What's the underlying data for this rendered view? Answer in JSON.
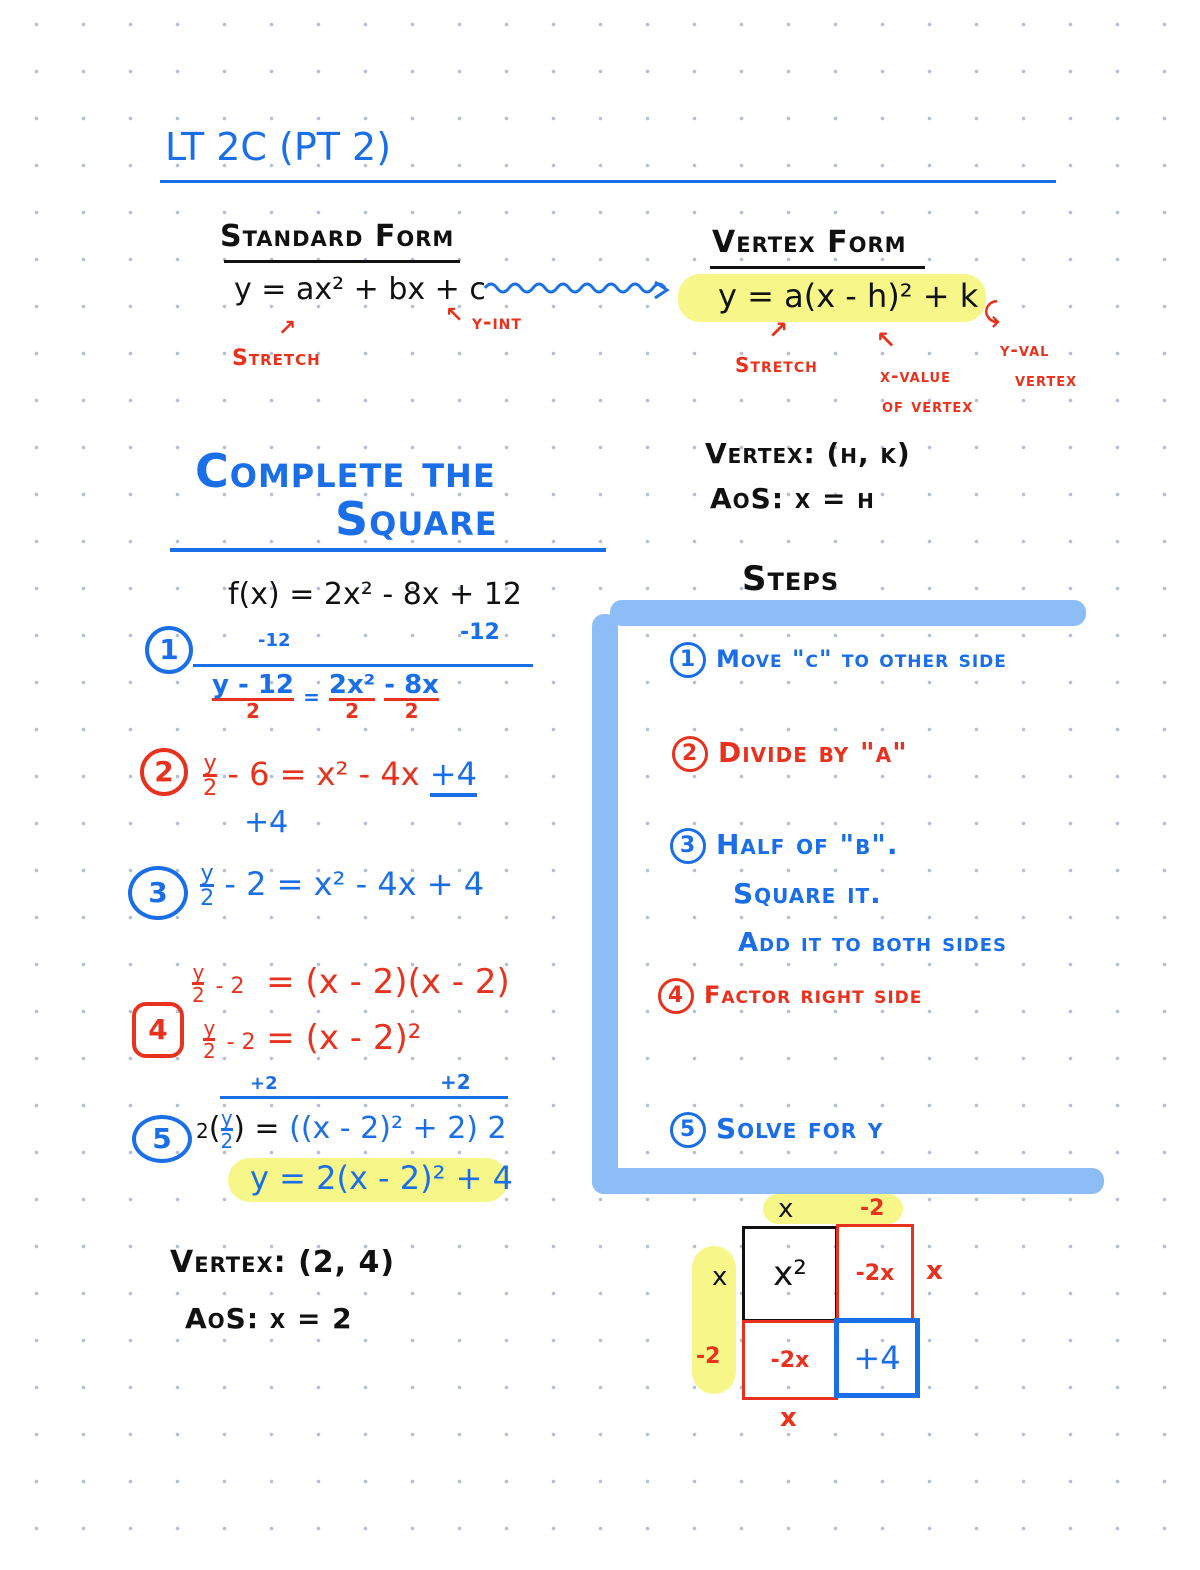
{
  "title": "LT 2C (PT 2)",
  "colors": {
    "blue": "#1a6fe8",
    "red": "#e8321e",
    "highlight": "#f7f689",
    "bracket": "#8dbdf6"
  },
  "standard_form": {
    "heading": "Standard Form",
    "equation": "y = ax² + bx + c",
    "stretch_label": "Stretch",
    "yint_label": "y-int"
  },
  "vertex_form": {
    "heading": "Vertex Form",
    "equation": "y = a(x - h)² + k",
    "stretch_label": "Stretch",
    "xval_label_1": "x-value",
    "xval_label_2": "of vertex",
    "yval_label_1": "y-val",
    "yval_label_2": "vertex",
    "vertex": "Vertex: (h, k)",
    "aos": "AoS: x = h"
  },
  "complete_square": {
    "heading_1": "Complete the",
    "heading_2": "Square"
  },
  "work": {
    "given": "f(x) = 2x² - 8x + 12",
    "minus12_left": "-12",
    "minus12_right": "-12",
    "step1_num": "1",
    "step1_lhs": "y - 12",
    "step1_rhs_a": "2x²",
    "step1_rhs_b": "- 8x",
    "divisor": "2",
    "equals": "=",
    "step2_num": "2",
    "step2_lhs_num": "y",
    "step2_lhs_rest": "- 6",
    "step2_rhs": "x² - 4x",
    "step2_plus4": "+4",
    "step2_plus4_below": "+4",
    "step3_num": "3",
    "step3_lhs_rest": "- 2",
    "step3_rhs": "x² - 4x + 4",
    "step4_num": "4",
    "step4_lhs_rest": "- 2",
    "step4_rhs_1": "(x - 2)(x - 2)",
    "step4_rhs_2": "(x - 2)²",
    "step5_num": "5",
    "plus2_left": "+2",
    "plus2_right": "+2",
    "step5_left": "2",
    "step5_rhs": "((x - 2)² + 2) 2",
    "final": "y = 2(x - 2)² + 4",
    "vertex": "Vertex: (2, 4)",
    "aos": "AoS: x = 2"
  },
  "steps": {
    "heading": "Steps",
    "items": [
      {
        "num": "1",
        "lines": [
          "Move \"c\" to other side"
        ]
      },
      {
        "num": "2",
        "lines": [
          "Divide by \"a\""
        ]
      },
      {
        "num": "3",
        "lines": [
          "Half of \"b\".",
          "Square it.",
          "Add it to both sides"
        ]
      },
      {
        "num": "4",
        "lines": [
          "Factor right side"
        ]
      },
      {
        "num": "5",
        "lines": [
          "Solve for y"
        ]
      }
    ]
  },
  "area_model": {
    "top_x": "x",
    "top_neg2": "-2",
    "left_x": "x",
    "left_neg2": "-2",
    "cell_x2": "x²",
    "cell_tr": "-2x",
    "cell_bl": "-2x",
    "cell_br": "+4",
    "right_x": "x",
    "bottom_x": "x"
  }
}
